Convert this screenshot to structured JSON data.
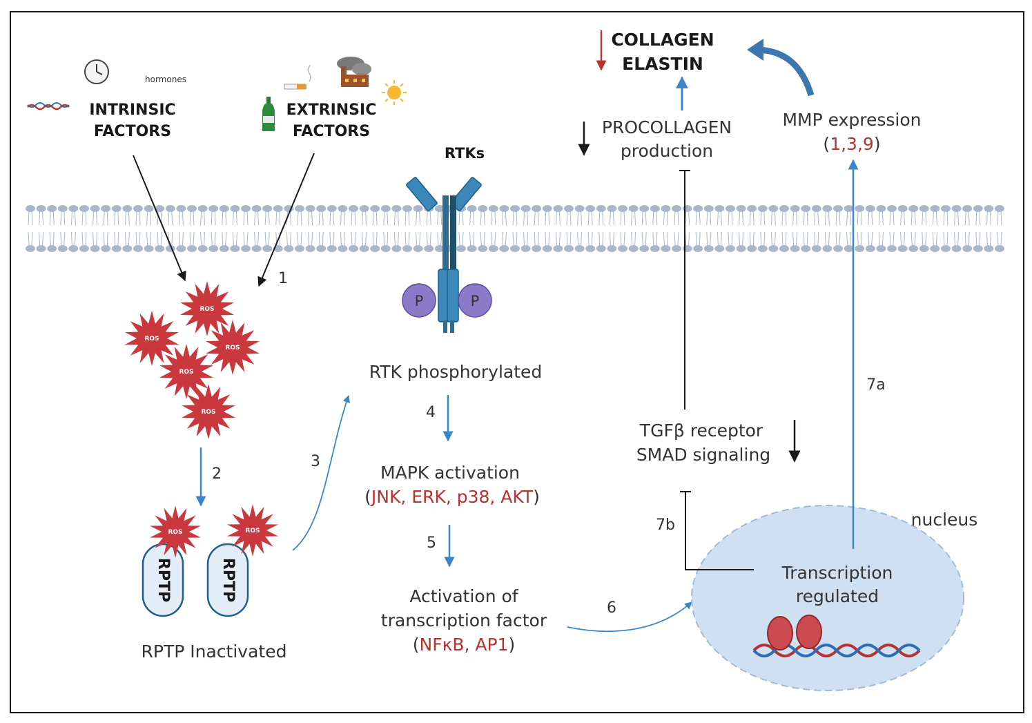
{
  "factors": {
    "hormones": "hormones",
    "intrinsic_line1": "INTRINSIC",
    "intrinsic_line2": "FACTORS",
    "extrinsic_line1": "EXTRINSIC",
    "extrinsic_line2": "FACTORS"
  },
  "ros_label": "ROS",
  "steps": {
    "s1": "1",
    "s2": "2",
    "s3": "3",
    "s4": "4",
    "s5": "5",
    "s6": "6",
    "s7a": "7a",
    "s7b": "7b"
  },
  "rptp": {
    "receptor_label": "RPTP",
    "caption": "RPTP Inactivated"
  },
  "rtk": {
    "title": "RTKs",
    "phospho": "P",
    "caption": "RTK phosphorylated"
  },
  "mapk": {
    "line1": "MAPK activation",
    "open": "(",
    "members": "JNK, ERK, p38, AKT",
    "close": ")"
  },
  "tf": {
    "line1": "Activation of",
    "line2": "transcription factor",
    "open": "(",
    "members": "NFκB, AP1",
    "close": ")"
  },
  "collagen": {
    "line1": "COLLAGEN",
    "line2": "ELASTIN"
  },
  "procollagen": {
    "line1": "PROCOLLAGEN",
    "line2": "production"
  },
  "mmp": {
    "line1": "MMP expression",
    "open": "(",
    "members": "1,3,9",
    "close": ")"
  },
  "tgfb": {
    "line1": "TGFβ receptor",
    "line2": "SMAD signaling"
  },
  "nucleus": {
    "label": "nucleus",
    "line1": "Transcription",
    "line2": "regulated"
  },
  "colors": {
    "arrow_blue": "#3a86c8",
    "highlight_red": "#b8322f",
    "membrane": "#aab6cc",
    "receptor_blue": "#3b88b8",
    "phospho_purple": "#8a7ac8",
    "nucleus_fill": "#cfe0f3",
    "ros_red": "#c8383c"
  }
}
